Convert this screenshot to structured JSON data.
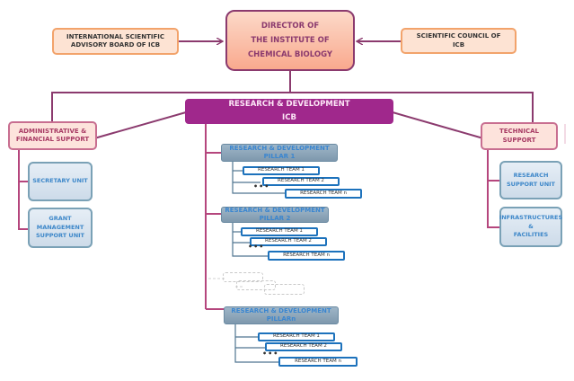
{
  "diagram": {
    "type": "organizational-chart",
    "colors": {
      "connector": "#8b3a6e",
      "research_dev": "#a0288c",
      "advisory_fill": "#fde3d3",
      "advisory_border": "#f2a36b",
      "unit_text": "#3d87c9",
      "team_border": "#1d72bc"
    },
    "director": {
      "lines": [
        "DIRECTOR OF",
        "THE INSTITUTE OF",
        "CHEMICAL BIOLOGY"
      ]
    },
    "advisory_board": {
      "lines": [
        "INTERNATIONAL SCIENTIFIC",
        "ADVISORY BOARD OF ICB"
      ]
    },
    "scientific_council": {
      "lines": [
        "SCIENTIFIC COUNCIL OF",
        "ICB"
      ]
    },
    "research_development": {
      "lines": [
        "RESEARCH & DEVELOPMENT",
        "ICB"
      ]
    },
    "admin_support": {
      "lines": [
        "ADMINISTRATIVE &",
        "FINANCIAL SUPPORT"
      ],
      "units": [
        {
          "lines": [
            "SECRETARY UNIT"
          ]
        },
        {
          "lines": [
            "GRANT",
            "MANAGEMENT",
            "SUPPORT UNIT"
          ]
        }
      ]
    },
    "technical_support": {
      "lines": [
        "TECHNICAL",
        "SUPPORT"
      ],
      "units": [
        {
          "lines": [
            "RESEARCH",
            "SUPPORT UNIT"
          ]
        },
        {
          "lines": [
            "INFRASTRUCTURES",
            "&",
            "FACILITIES"
          ]
        }
      ]
    },
    "pillars": [
      {
        "lines": [
          "RESEARCH & DEVELOPMENT",
          "PILLAR 1"
        ],
        "teams": [
          "RESEARCH TEAM  1",
          "RESEARCH TEAM 2",
          "RESEARCH TEAM n"
        ],
        "ellipsis": "•••"
      },
      {
        "lines": [
          "RESEARCH & DEVELOPMENT",
          "PILLAR 2"
        ],
        "teams": [
          "RESEARCH TEAM 1",
          "RESEARCH TEAM 2",
          "RESEARCH TEAM n"
        ],
        "ellipsis": "•••"
      },
      {
        "lines": [
          "RESEARCH & DEVELOPMENT",
          "PILLARn"
        ],
        "teams": [
          "RESEARCH TEAM 1",
          "RESEARCH TEAM  2",
          "RESEARCH TEAM n"
        ],
        "ellipsis": "•••"
      }
    ]
  }
}
